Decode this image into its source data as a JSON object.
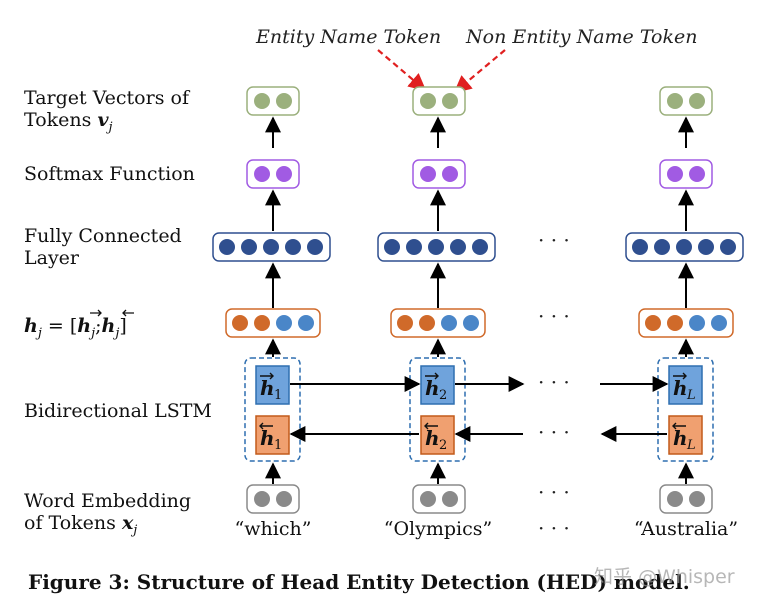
{
  "annotations": {
    "entity_token": "Entity Name Token",
    "non_entity_token": "Non Entity Name Token"
  },
  "layers": {
    "target_line1": "Target Vectors of",
    "target_line2": "Tokens",
    "target_var": "v",
    "target_sub": "j",
    "softmax": "Softmax Function",
    "fc_line1": "Fully Connected",
    "fc_line2": "Layer",
    "h_var": "h",
    "h_sub": "j",
    "h_eq": " = [",
    "h_semicolon": ";",
    "h_close": "]",
    "bilstm": "Bidirectional LSTM",
    "emb_line1": "Word Embedding",
    "emb_line2": "of Tokens",
    "emb_var": "x",
    "emb_sub": "j"
  },
  "lstm": {
    "h_letter": "h",
    "forward_arrow": "→",
    "backward_arrow": "←",
    "col1_sub": "1",
    "col2_sub": "2",
    "col3_sub": "L"
  },
  "words": {
    "w1": "“which”",
    "w2": "“Olympics”",
    "w3": "“Australia”"
  },
  "ellipsis": "· · ·",
  "caption": "Figure 3: Structure of Head Entity Detection (HED) model.",
  "watermark": "知乎 @Whisper",
  "colors": {
    "green": "#9bb07d",
    "purple": "#a15be3",
    "navy": "#2f4f8f",
    "orange": "#d06a2a",
    "blue": "#4a86c8",
    "gray": "#8a8a8a",
    "lstm_fwd": "#6fa3dc",
    "lstm_bwd": "#f0a070",
    "annot_red": "#e02020"
  }
}
